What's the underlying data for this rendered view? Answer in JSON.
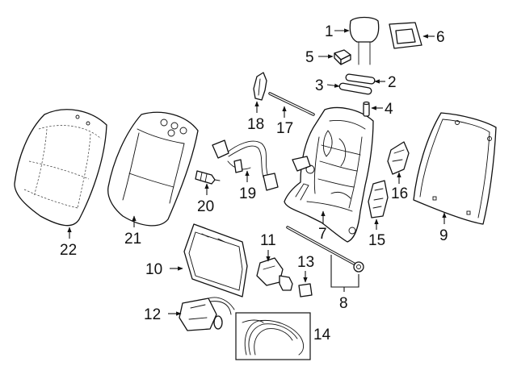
{
  "colors": {
    "line": "#111111",
    "background": "#ffffff"
  },
  "callouts": {
    "c1": "1",
    "c2": "2",
    "c3": "3",
    "c4": "4",
    "c5": "5",
    "c6": "6",
    "c7": "7",
    "c8": "8",
    "c9": "9",
    "c10": "10",
    "c11": "11",
    "c12": "12",
    "c13": "13",
    "c14": "14",
    "c15": "15",
    "c16": "16",
    "c17": "17",
    "c18": "18",
    "c19": "19",
    "c20": "20",
    "c21": "21",
    "c22": "22"
  }
}
